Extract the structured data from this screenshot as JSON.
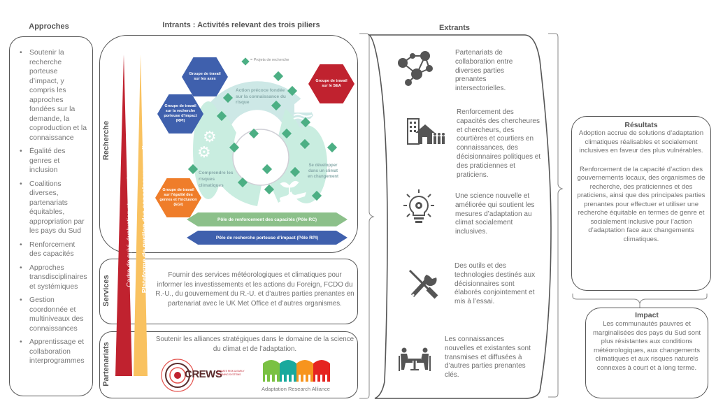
{
  "headers": {
    "approches": "Approches",
    "intrants": "Intrants : Activités relevant des trois piliers",
    "extrants": "Extrants"
  },
  "approches": [
    "Soutenir la recherche porteuse d’impact, y compris les approches fondées sur la demande, la coproduction et la connaissance",
    "Égalité des genres et inclusion",
    "Coalitions diverses, partenariats équitables, appropriation par les pays du Sud",
    "Renforcement des capacités",
    "Approches transdisciplinaires et systémiques",
    "Gestion coordonnée et multiniveaux des connaissances",
    "Apprentissage et collaboration interprogrammes"
  ],
  "pillars": {
    "recherche": "Recherche",
    "services": "Services",
    "partenariats": "Partenariats"
  },
  "arrows": {
    "sea": "Cadre de suivi, évaluation et apprentissage (SEA)",
    "plateforme": "Plateforme de gestion des connaissances en ligne"
  },
  "recherche": {
    "legend": "= Projets de recherche",
    "hexagons": [
      {
        "label": "Groupe de travail sur les axes",
        "color": "#3f60ad"
      },
      {
        "label": "Groupe de travail sur la recherche porteuse d’impact (RPI)",
        "color": "#3f60ad"
      },
      {
        "label": "Groupe de travail sur le SEA",
        "color": "#c0222f"
      },
      {
        "label": "Groupe de travail sur l’égalité des genres et l’inclusion (EGI)",
        "color": "#ef7d2a"
      }
    ],
    "cycle": [
      "Action précoce fondée sur la connaissance du risque",
      "Comprendre les risques climatiques",
      "Se développer dans un climat en changement"
    ],
    "poles": [
      {
        "label": "Pôle de renforcement des capacités (Pôle RC)",
        "color": "#8cc08a"
      },
      {
        "label": "Pôle de recherche porteuse d’impact (Pôle RPI)",
        "color": "#3f60ad"
      }
    ]
  },
  "services": {
    "text": "Fournir des services météorologiques et climatiques pour informer les investissements et les actions du Foreign, FCDO du R.-U., du gouvernement du R.-U. et d’autres parties prenantes en partenariat avec le UK Met Office et d’autres organismes."
  },
  "partenariats": {
    "text": "Soutenir les alliances stratégiques dans le domaine de la science du climat et de l’adaptation.",
    "crews_logo": "CREWS",
    "crews_sub": "CLIMATE RISK & EARLY WARNING SYSTEMS",
    "ara_logo": "Adaptation Research Alliance"
  },
  "extrants": [
    {
      "icon": "network-people-icon",
      "text": "Partenariats de collaboration entre diverses parties prenantes intersectorielles."
    },
    {
      "icon": "building-community-icon",
      "text": "Renforcement des capacités des chercheures et chercheurs, des courtières et courtiers en connaissances, des décisionnaires politiques et des praticiennes et praticiens."
    },
    {
      "icon": "lightbulb-gear-icon",
      "text": "Une science nouvelle et améliorée qui soutient les mesures d’adaptation au climat socialement inclusives."
    },
    {
      "icon": "tools-icon",
      "text": "Des outils et des technologies destinés aux décisionnaires sont élaborés conjointement et mis à l’essai."
    },
    {
      "icon": "meeting-icon",
      "text": "Les connaissances nouvelles et existantes sont transmises et diffusées à d’autres parties prenantes clés."
    }
  ],
  "resultats": {
    "title": "Résultats",
    "p1": "Adoption accrue de solutions d’adaptation climatiques réalisables et socialement inclusives en faveur des plus vulnérables.",
    "p2": "Renforcement de la capacité d’action des gouvernements locaux, des organismes de recherche, des praticiennes et des praticiens, ainsi que des principales parties prenantes pour effectuer et utiliser une recherche équitable en termes de genre et socialement inclusive pour l’action d’adaptation face aux changements climatiques."
  },
  "impact": {
    "title": "Impact",
    "text": "Les communautés pauvres et marginalisées des pays du Sud sont plus résistantes aux conditions météorologiques, aux changements climatiques et aux risques naturels connexes à court et à long terme."
  },
  "colors": {
    "sea_arrow": "#c0222f",
    "plateforme_arrow": "#f9c260",
    "diamond": "#4caf84",
    "cycle_light": "#c9ede0",
    "cycle_blue": "#cde8e6"
  }
}
